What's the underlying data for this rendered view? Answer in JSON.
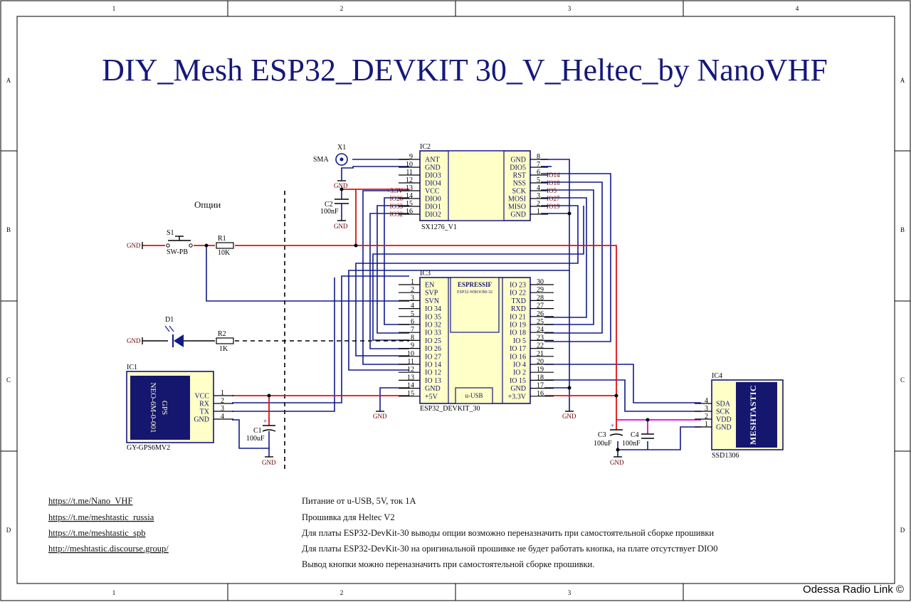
{
  "title": "DIY_Mesh ESP32_DEVKIT 30_V_Heltec_by NanoVHF",
  "options_label": "Опции",
  "border": {
    "columns": [
      "1",
      "2",
      "3",
      "4"
    ],
    "rows": [
      "A",
      "B",
      "C",
      "D"
    ]
  },
  "ic2": {
    "ref": "IC2",
    "part": "SX1276_V1",
    "left_pins": [
      "ANT",
      "GND",
      "DIO3",
      "DIO4",
      "VCC",
      "DIO0",
      "DIO1",
      "DIO2"
    ],
    "left_nums": [
      "9",
      "10",
      "11",
      "12",
      "13",
      "14",
      "15",
      "16"
    ],
    "right_pins": [
      "GND",
      "DIO5",
      "RST",
      "NSS",
      "SCK",
      "MOSI",
      "MISO",
      "GND"
    ],
    "right_nums": [
      "8",
      "7",
      "6",
      "5",
      "4",
      "3",
      "2",
      "1"
    ],
    "left_nets": [
      "+3.3V",
      "IO26",
      "IO33",
      "IO32"
    ],
    "right_nets": [
      "IO14",
      "IO18",
      "IO5",
      "IO27",
      "IO19"
    ]
  },
  "ic3": {
    "ref": "IC3",
    "part": "ESP32_DEVKIT_30",
    "brand": "ESPRESSIF",
    "module": "ESP32-WROOM-32",
    "usb": "u-USB",
    "left_pins": [
      "EN",
      "SVP",
      "SVN",
      "IO 34",
      "IO 35",
      "IO 32",
      "IO 33",
      "IO 25",
      "IO 26",
      "IO 27",
      "IO 14",
      "IO 12",
      "IO 13",
      "GND",
      "+5V"
    ],
    "left_nums": [
      "1",
      "2",
      "3",
      "4",
      "5",
      "6",
      "7",
      "8",
      "9",
      "10",
      "11",
      "12",
      "13",
      "14",
      "15"
    ],
    "right_pins": [
      "IO 23",
      "IO 22",
      "TXD",
      "RXD",
      "IO 21",
      "IO 19",
      "IO 18",
      "IO 5",
      "IO 17",
      "IO 16",
      "IO 4",
      "IO 2",
      "IO 15",
      "GND",
      "+3.3V"
    ],
    "right_nums": [
      "30",
      "29",
      "28",
      "27",
      "26",
      "25",
      "24",
      "23",
      "22",
      "21",
      "20",
      "19",
      "18",
      "17",
      "16"
    ]
  },
  "ic1": {
    "ref": "IC1",
    "part": "GY-GPS6MV2",
    "label1": "GPS",
    "label2": "NEO-6M-0-001",
    "pins": [
      "VCC",
      "RX",
      "TX",
      "GND"
    ],
    "nums": [
      "1",
      "2",
      "3",
      "4"
    ]
  },
  "ic4": {
    "ref": "IC4",
    "part": "SSD1306",
    "label": "MESHTASTIC",
    "pins": [
      "SDA",
      "SCK",
      "VDD",
      "GND"
    ],
    "nums": [
      "4",
      "3",
      "2",
      "1"
    ]
  },
  "x1": {
    "ref": "X1",
    "label": "SMA"
  },
  "s1": {
    "ref": "S1",
    "value": "SW-PB"
  },
  "r1": {
    "ref": "R1",
    "value": "10K"
  },
  "d1": {
    "ref": "D1"
  },
  "r2": {
    "ref": "R2",
    "value": "1K"
  },
  "c1": {
    "ref": "C1",
    "value": "100uF"
  },
  "c2": {
    "ref": "C2",
    "value": "100nF"
  },
  "c3": {
    "ref": "C3",
    "value": "100uF"
  },
  "c4": {
    "ref": "C4",
    "value": "100nF"
  },
  "gnd_label": "GND",
  "links": [
    "https://t.me/Nano_VHF",
    "https://t.me/meshtastic_russia",
    "https://t.me/meshtastic_spb",
    "http://meshtastic.discourse.group/"
  ],
  "notes": [
    "Питание от u-USB, 5V, ток 1A",
    "Прошивка для Heltec V2",
    "Для платы ESP32-DevKit-30 выводы опции возможно переназначить при самостоятельной сборке прошивки",
    "Для платы ESP32-DevKit-30 на оригинальной прошивке не будет работать кнопка, на плате отсутствует DIO0",
    "Вывод кнопки можно переназначить при самостоятельной сборке прошивки."
  ],
  "copyright": "Odessa Radio Link ©",
  "colors": {
    "wire": "#111a8a",
    "power_wire": "#e01010",
    "vdd_wire": "#e000e0",
    "chip_fill": "#ffffc8",
    "title": "#16187a",
    "net_label": "#6b0000"
  }
}
